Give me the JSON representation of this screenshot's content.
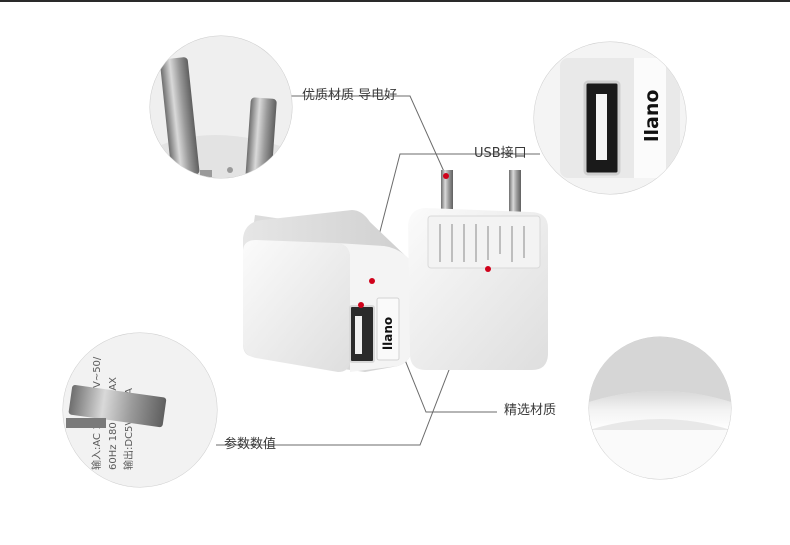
{
  "callouts": {
    "material_conductivity": "优质材质 导电好",
    "usb_port": "USB接口",
    "selected_material": "精选材质",
    "parameters": "参数数值"
  },
  "product": {
    "brand_text": "llano",
    "spec_text_lines": [
      "输入:AC 100-240V~50/",
      "60Hz 180 mA MAX",
      "输出:DC5V⎓1.2A"
    ]
  },
  "colors": {
    "accent_dot": "#d0021b",
    "line": "#6b6b6b",
    "body_white": "#f1f1f1",
    "metal": "#a9a9a9"
  }
}
